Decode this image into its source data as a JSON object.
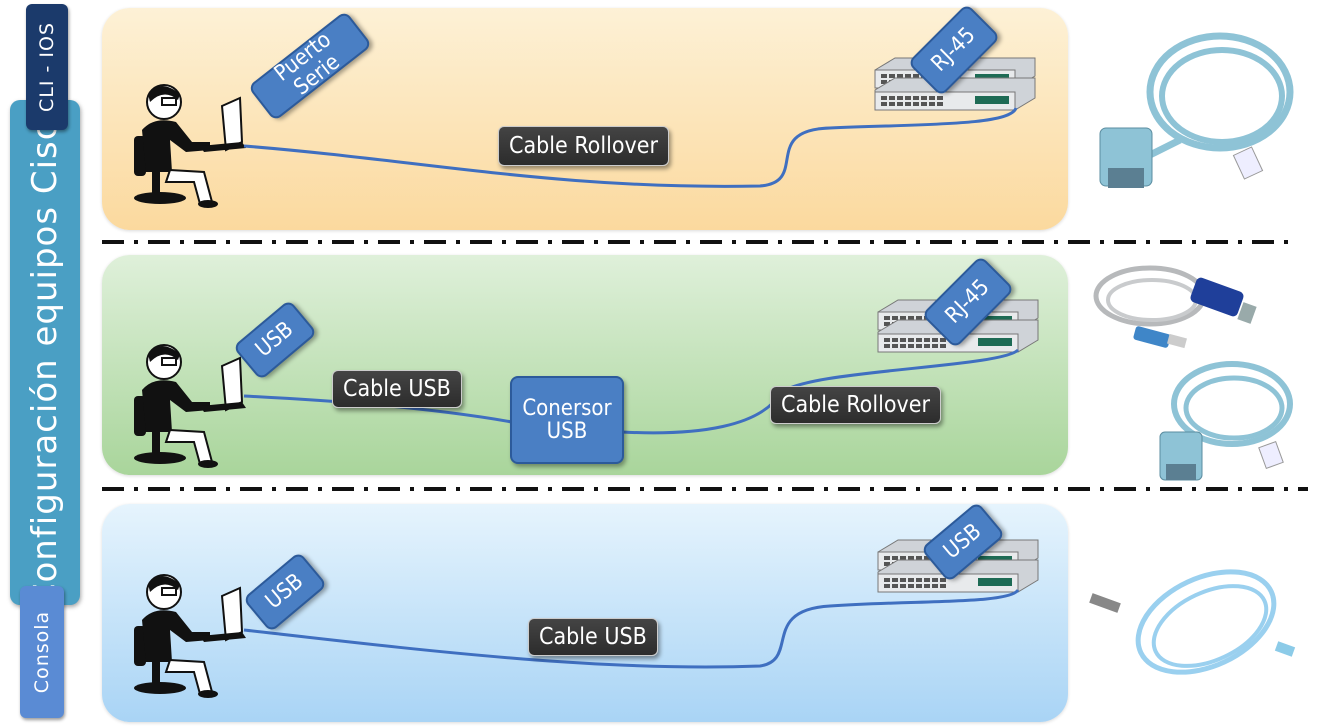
{
  "sidebar": {
    "main_title": "Configuración equipos Cisco",
    "top_tag": "CLI - IOS",
    "bottom_tag": "Consola"
  },
  "panels": [
    {
      "id": "serial",
      "pc_port_label": "Puerto Serie",
      "device_port_label": "RJ-45",
      "cable_labels": [
        "Cable Rollover"
      ]
    },
    {
      "id": "usb-converter",
      "pc_port_label": "USB",
      "device_port_label": "RJ-45",
      "converter_label": "Conersor USB",
      "cable_labels": [
        "Cable USB",
        "Cable Rollover"
      ]
    },
    {
      "id": "usb-console",
      "pc_port_label": "USB",
      "device_port_label": "USB",
      "cable_labels": [
        "Cable USB"
      ]
    }
  ],
  "colors": {
    "panel_orange": "#fbd99e",
    "panel_green": "#a9d59b",
    "panel_blue": "#a9d4f5",
    "tag_blue": "#4a7fc4",
    "cable_blue": "#3f6fc0",
    "sidebar_blue": "#4a9fc4",
    "sidebar_navy": "#1b3a6b"
  }
}
